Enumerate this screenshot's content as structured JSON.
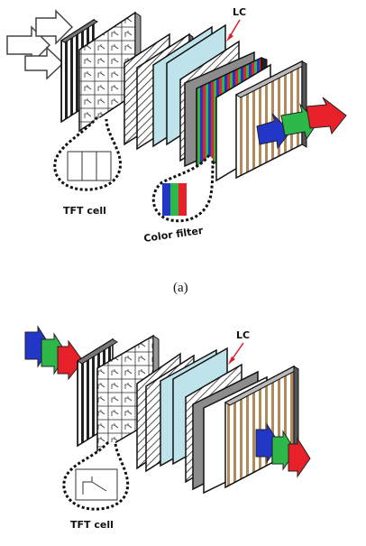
{
  "panel_a": {
    "lc_label": "LC",
    "tft_label": "TFT cell",
    "filter_label": "Color filter",
    "caption": "(a)"
  },
  "panel_b": {
    "lc_label": "LC",
    "tft_label": "TFT cell"
  },
  "colors": {
    "red": "#e8202a",
    "green": "#2fb84a",
    "blue": "#2236c8",
    "annotation": "#d8202a",
    "glass": "#bfe3ea",
    "stripes": "#b08a5a"
  },
  "icons": {
    "backlight": "white-arrow-icon",
    "light_in": "rgb-arrow-icon",
    "light_out": "rgb-arrow-icon"
  }
}
